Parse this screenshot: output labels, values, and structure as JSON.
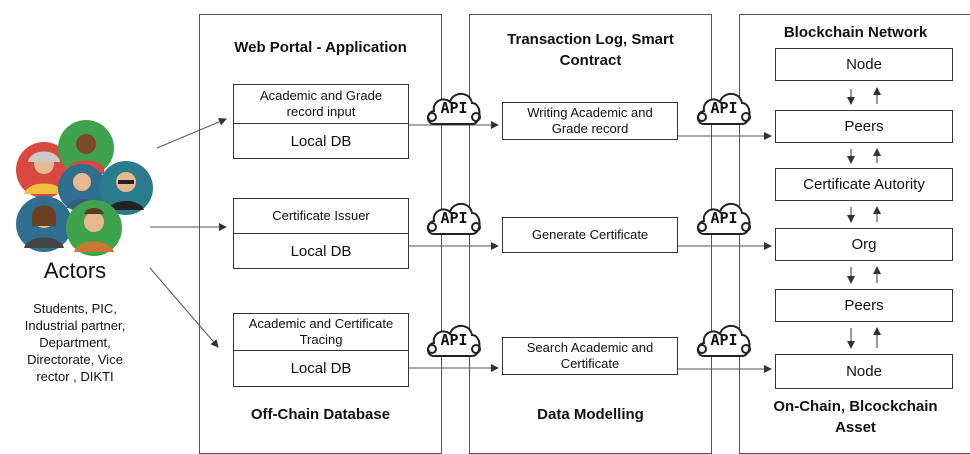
{
  "actors": {
    "title": "Actors",
    "description_lines": [
      "Students, PIC,",
      "Industrial partner,",
      "Department,",
      "Directorate, Vice",
      "rector , DIKTI"
    ]
  },
  "web_portal": {
    "title": "Web Portal - Application",
    "footer": "Off-Chain Database",
    "groups": [
      {
        "top_label": "Academic and Grade record input",
        "bottom_label": "Local DB"
      },
      {
        "top_label": "Certificate Issuer",
        "bottom_label": "Local DB"
      },
      {
        "top_label": "Academic and Certificate Tracing",
        "bottom_label": "Local DB"
      }
    ]
  },
  "transaction": {
    "title_lines": [
      "Transaction Log, Smart",
      "Contract"
    ],
    "footer": "Data Modelling",
    "boxes": [
      "Writing Academic and Grade record",
      "Generate Certificate",
      "Search Academic and Certificate"
    ]
  },
  "api_label": "API",
  "blockchain": {
    "title": "Blockchain Network",
    "footer_lines": [
      "On-Chain, Blcockchain",
      "Asset"
    ],
    "nodes": [
      "Node",
      "Peers",
      "Certificate Autority",
      "Org",
      "Peers",
      "Node"
    ]
  },
  "colors": {
    "border": "#333333",
    "avatar_red": "#d94841",
    "avatar_green": "#3fa34d",
    "avatar_blue": "#2f6f8f",
    "avatar_teal": "#2a7b8c"
  }
}
